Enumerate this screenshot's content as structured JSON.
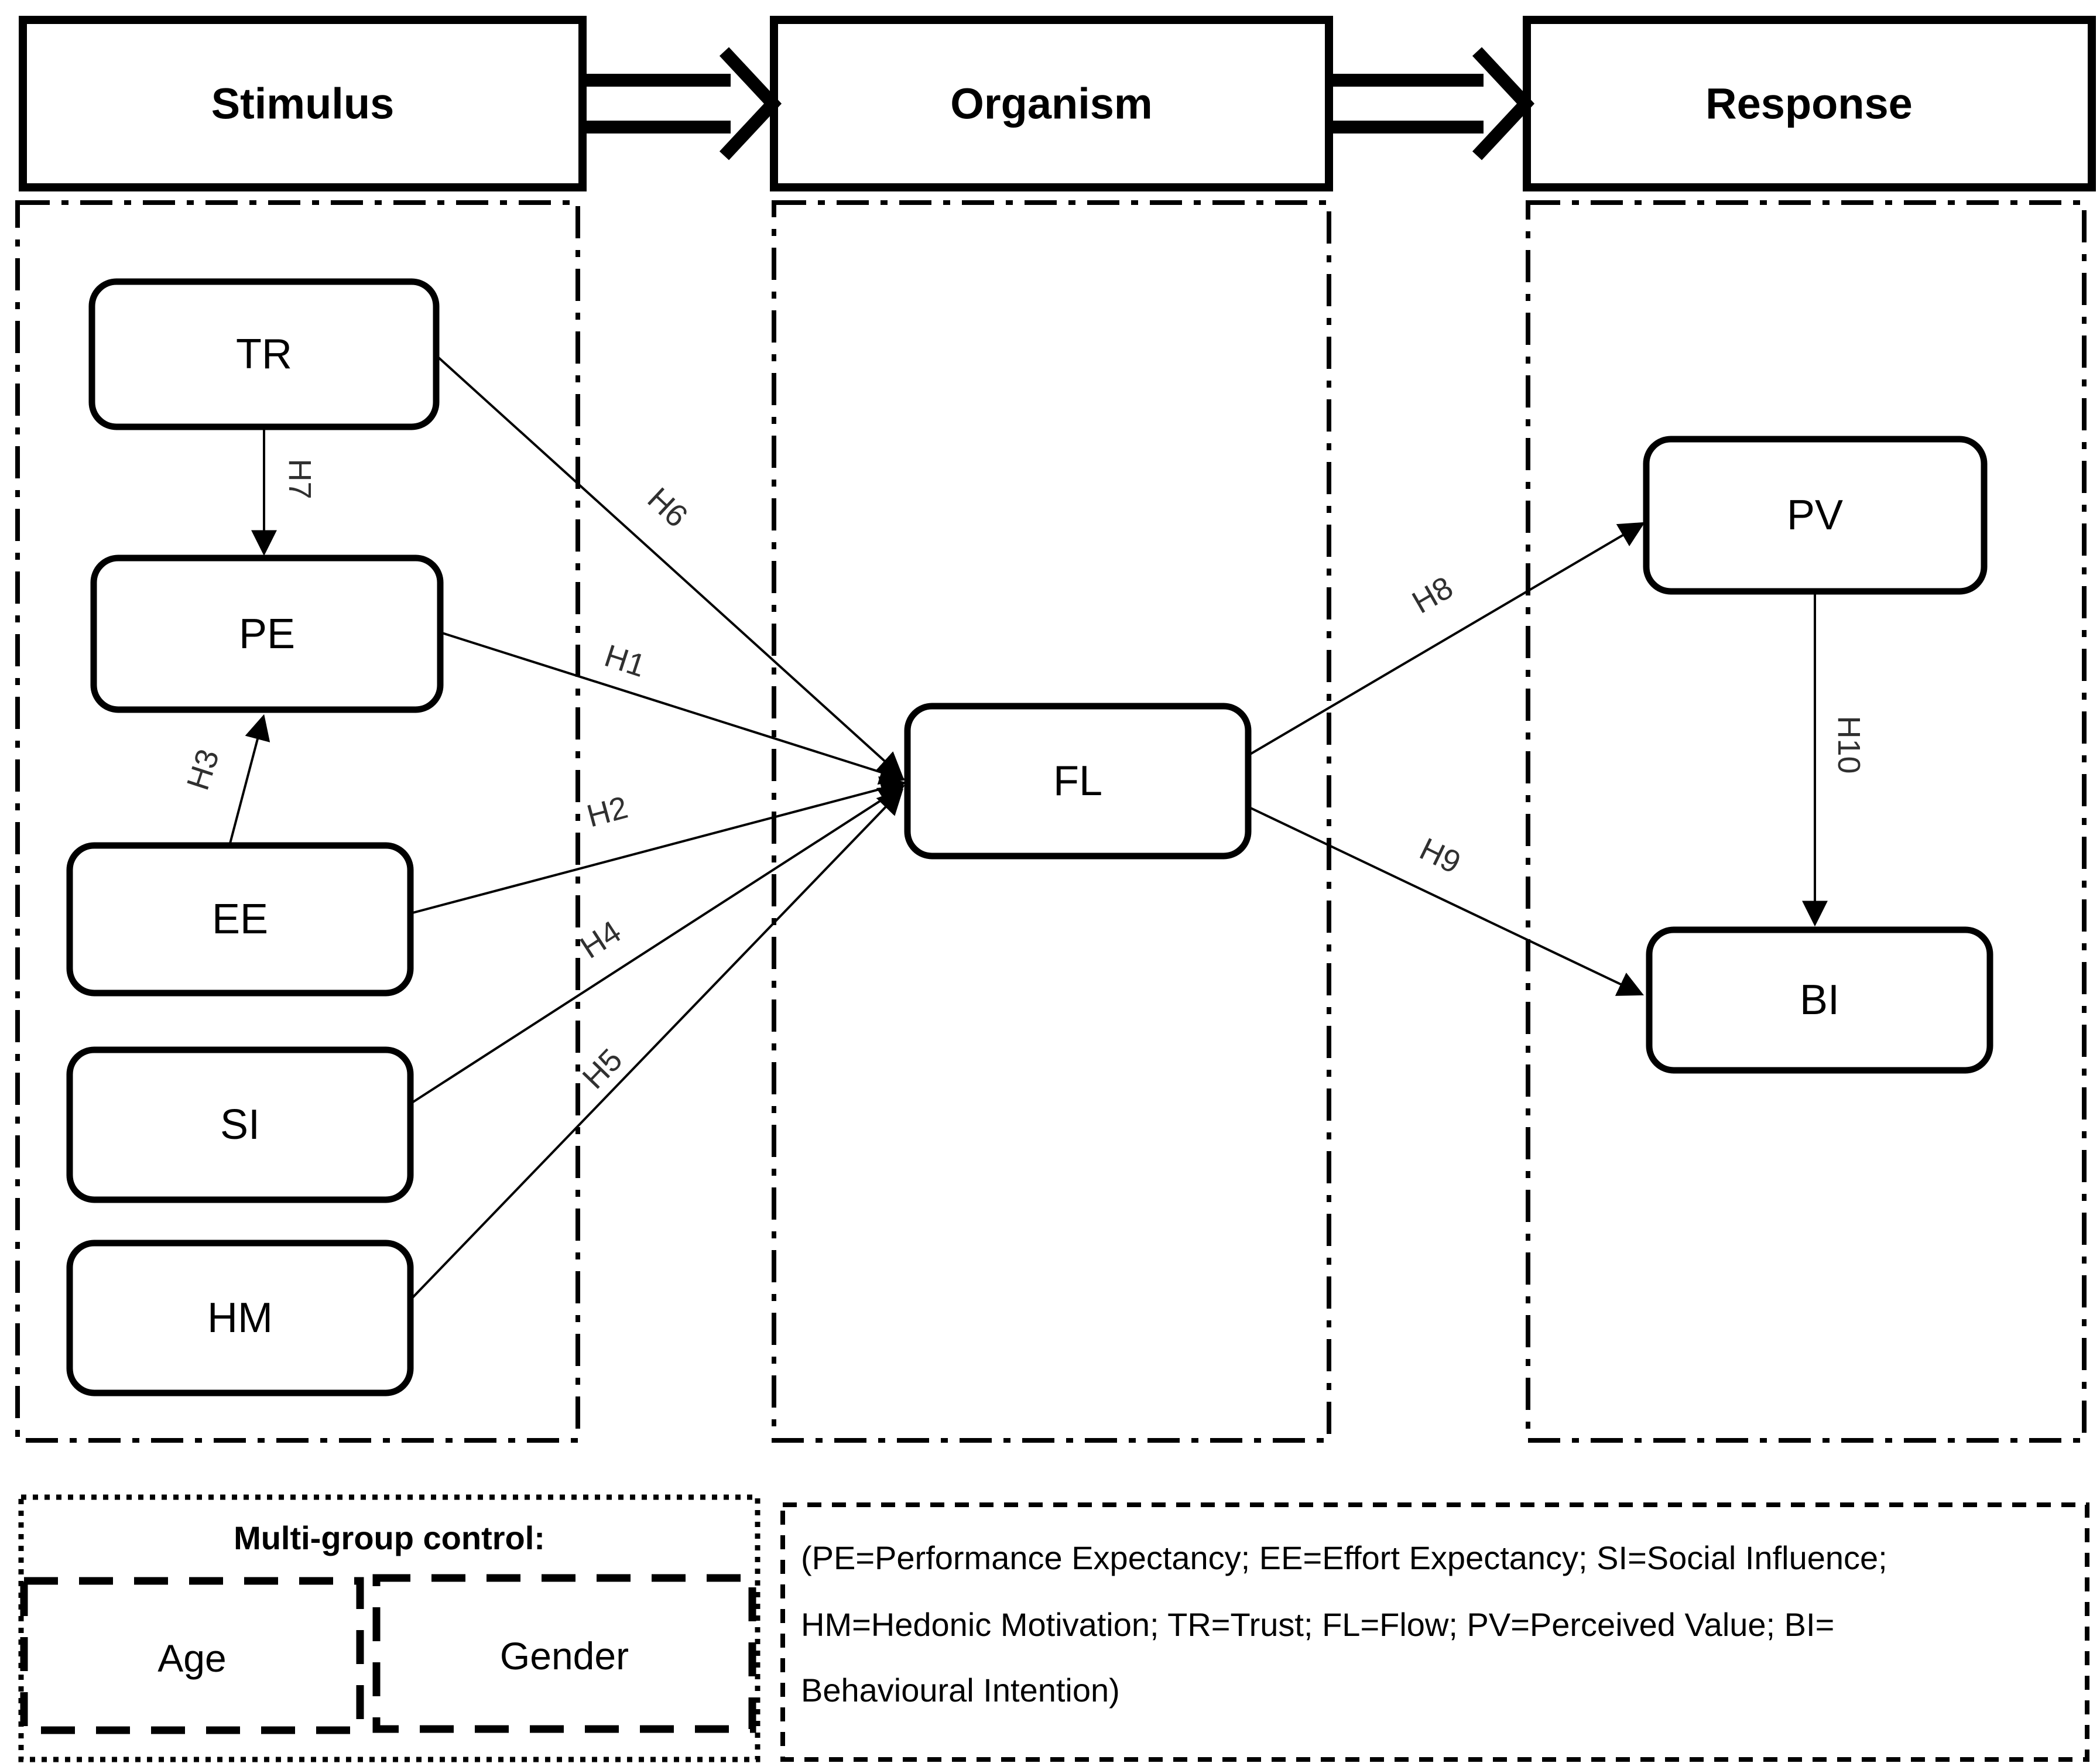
{
  "headers": [
    {
      "id": "stimulus",
      "label": "Stimulus"
    },
    {
      "id": "organism",
      "label": "Organism"
    },
    {
      "id": "response",
      "label": "Response"
    }
  ],
  "nodes": [
    {
      "id": "TR",
      "label": "TR"
    },
    {
      "id": "PE",
      "label": "PE"
    },
    {
      "id": "EE",
      "label": "EE"
    },
    {
      "id": "SI",
      "label": "SI"
    },
    {
      "id": "HM",
      "label": "HM"
    },
    {
      "id": "FL",
      "label": "FL"
    },
    {
      "id": "PV",
      "label": "PV"
    },
    {
      "id": "BI",
      "label": "BI"
    }
  ],
  "edges": [
    {
      "id": "H1",
      "label": "H1",
      "from": "PE",
      "to": "FL"
    },
    {
      "id": "H2",
      "label": "H2",
      "from": "EE",
      "to": "FL"
    },
    {
      "id": "H3",
      "label": "H3",
      "from": "EE",
      "to": "PE"
    },
    {
      "id": "H4",
      "label": "H4",
      "from": "SI",
      "to": "FL"
    },
    {
      "id": "H5",
      "label": "H5",
      "from": "HM",
      "to": "FL"
    },
    {
      "id": "H6",
      "label": "H6",
      "from": "TR",
      "to": "FL"
    },
    {
      "id": "H7",
      "label": "H7",
      "from": "TR",
      "to": "PE"
    },
    {
      "id": "H8",
      "label": "H8",
      "from": "FL",
      "to": "PV"
    },
    {
      "id": "H9",
      "label": "H9",
      "from": "FL",
      "to": "BI"
    },
    {
      "id": "H10",
      "label": "H10",
      "from": "PV",
      "to": "BI"
    }
  ],
  "control_panel": {
    "title": "Multi-group control:",
    "groups": [
      {
        "label": "Age"
      },
      {
        "label": "Gender"
      }
    ]
  },
  "legend": {
    "lines": [
      "(PE=Performance Expectancy; EE=Effort Expectancy; SI=Social  Influence;",
      "HM=Hedonic Motivation; TR=Trust; FL=Flow; PV=Perceived Value; BI=",
      "Behavioural Intention)"
    ]
  },
  "colors": {
    "ink": "#000000",
    "background": "#ffffff"
  }
}
